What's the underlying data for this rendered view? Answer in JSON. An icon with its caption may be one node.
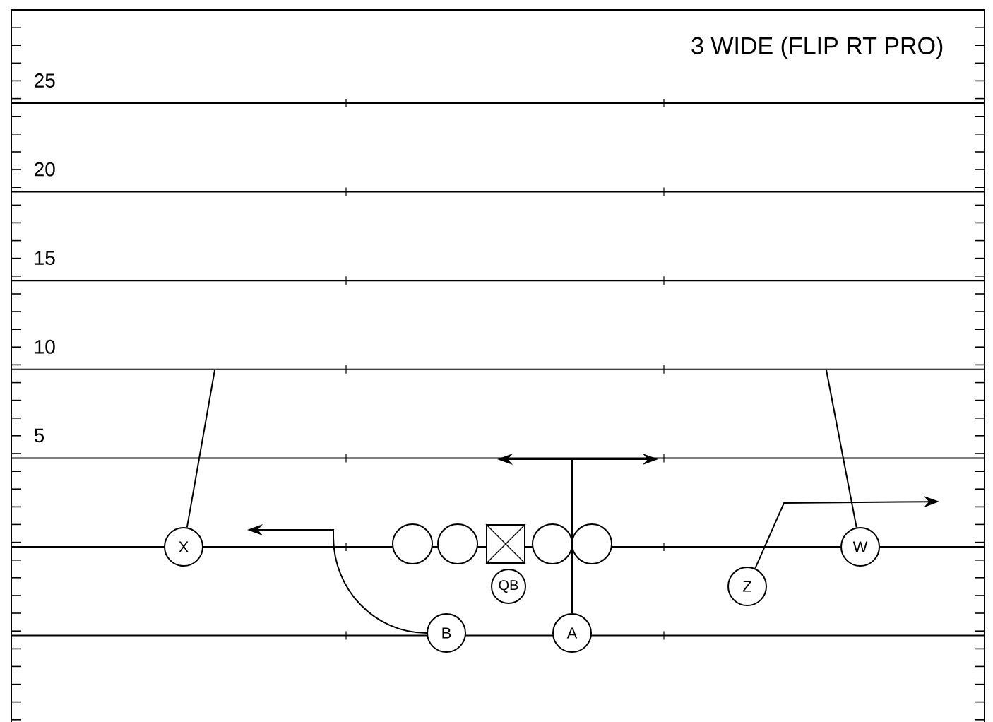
{
  "diagram": {
    "title": "3 WIDE (FLIP RT PRO)",
    "nodes": [
      {
        "text": [
          "X"
        ]
      },
      {
        "text": [],
        "shape": "circle"
      },
      {
        "text": [],
        "shape": "circle"
      },
      {
        "text": [],
        "shape": "box"
      },
      {
        "text": [],
        "shape": "circle"
      },
      {
        "text": [],
        "shape": "circle"
      },
      {
        "text": [
          "W"
        ]
      },
      {
        "text": [
          "QB"
        ]
      },
      {
        "text": [
          "Z"
        ]
      },
      {
        "text": [
          "B"
        ]
      },
      {
        "text": [
          "A"
        ]
      }
    ],
    "edges": [
      {
        "from": 0,
        "to": null,
        "arrow": "none"
      },
      {
        "from": 6,
        "to": null,
        "arrow": "none"
      },
      {
        "from": 9,
        "to": null,
        "arrow": "to"
      },
      {
        "from": 10,
        "to": null,
        "arrow": "to"
      },
      {
        "from": 10,
        "to": null,
        "arrow": "to"
      },
      {
        "from": 8,
        "to": null,
        "arrow": "to"
      }
    ],
    "labels": [
      "25",
      "20",
      "15",
      "10",
      "5"
    ]
  }
}
